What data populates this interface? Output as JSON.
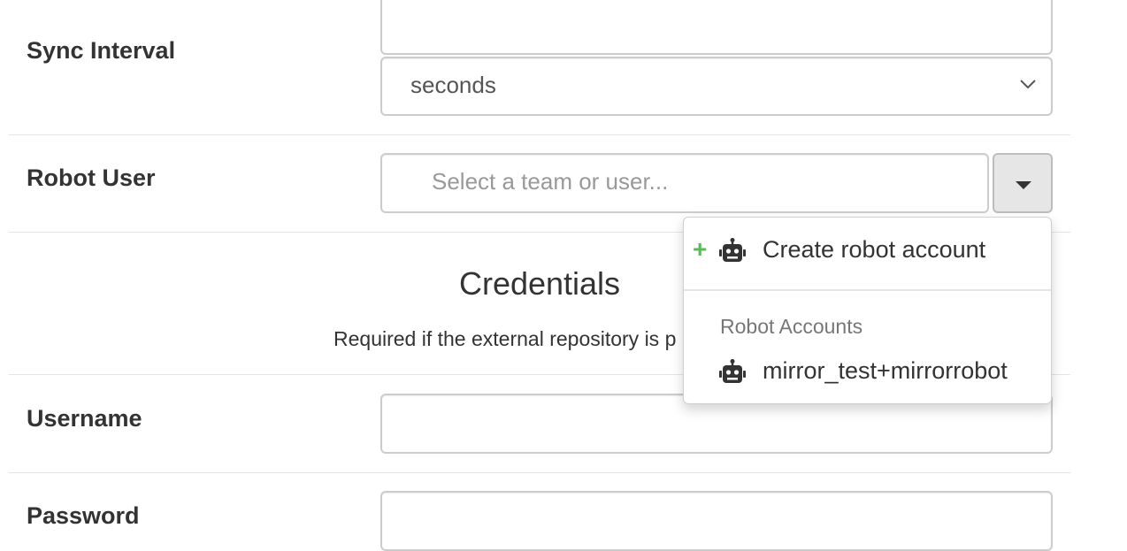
{
  "form": {
    "sync_interval": {
      "label": "Sync Interval",
      "value": "",
      "unit_selected": "seconds"
    },
    "robot_user": {
      "label": "Robot User",
      "placeholder": "Select a team or user..."
    },
    "credentials": {
      "title": "Credentials",
      "help": "Required if the external repository is p"
    },
    "username": {
      "label": "Username",
      "value": ""
    },
    "password": {
      "label": "Password",
      "value": ""
    }
  },
  "dropdown": {
    "create_label": "Create robot account",
    "section_header": "Robot Accounts",
    "items": [
      {
        "label": "mirror_test+mirrorrobot",
        "icon": "robot-icon"
      }
    ]
  },
  "colors": {
    "plus": "#5cb85c",
    "border": "#cccccc",
    "divider": "#e5e5e5"
  }
}
